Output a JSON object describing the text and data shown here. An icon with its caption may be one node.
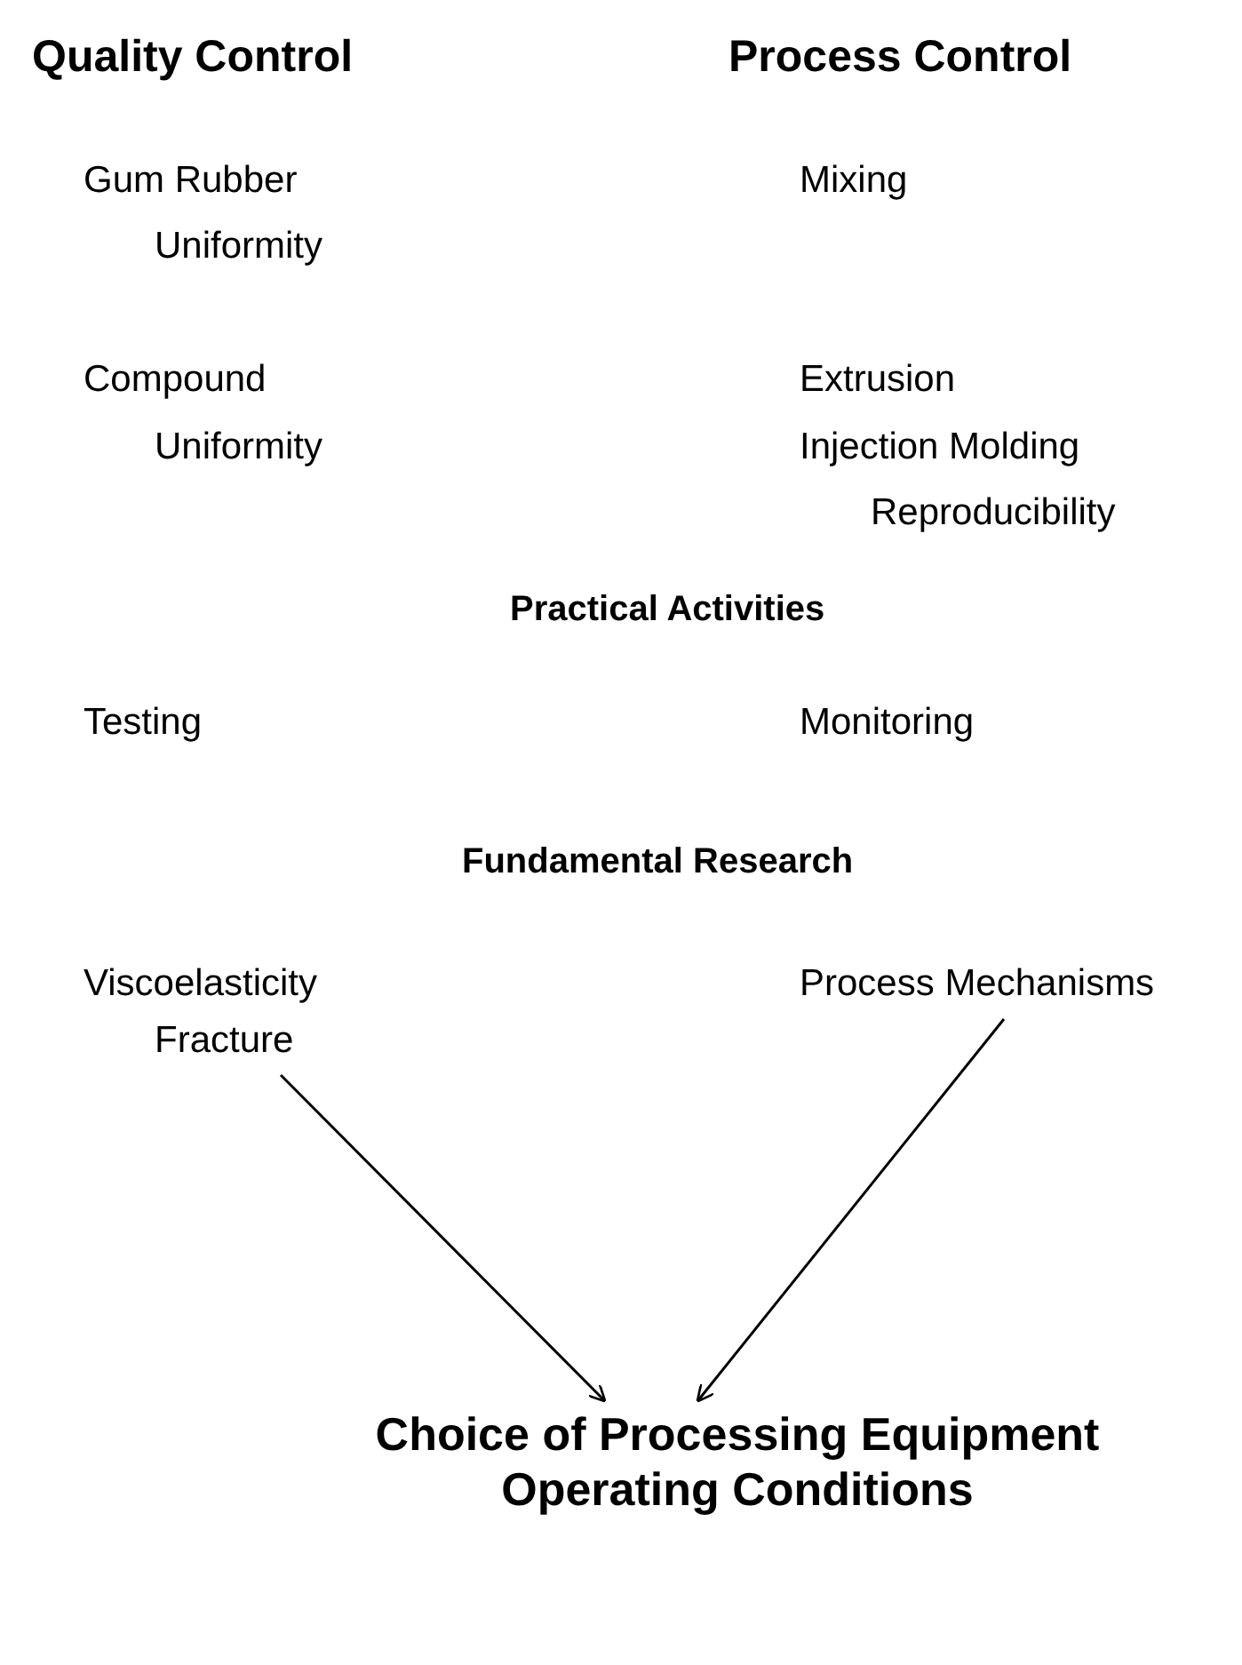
{
  "diagram": {
    "nodes": [
      {
        "text": [
          "Viscoelasticity",
          "Fracture"
        ]
      },
      {
        "text": [
          "Process Mechanisms"
        ]
      },
      {
        "text": [
          "Choice of Processing Equipment Operating Conditions"
        ]
      }
    ],
    "edges": [
      {
        "from": 0,
        "to": 2,
        "arrow": "to"
      },
      {
        "from": 1,
        "to": 2,
        "arrow": "to"
      }
    ],
    "labels": [
      "Quality Control",
      "Process Control",
      "Gum Rubber",
      "Mixing",
      "Uniformity",
      "Compound",
      "Extrusion",
      "Uniformity",
      "Injection Molding",
      "Reproducibility",
      "Practical Activities",
      "Testing",
      "Monitoring",
      "Fundamental Research"
    ]
  }
}
